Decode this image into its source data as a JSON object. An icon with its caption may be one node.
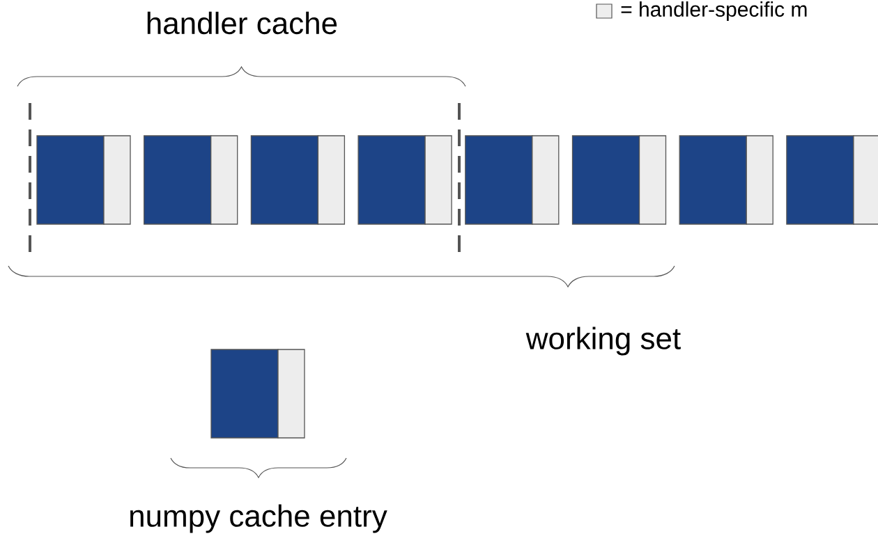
{
  "diagram": {
    "labels": [
      "handler cache",
      "working set",
      "numpy cache entry"
    ],
    "legend": [
      {
        "text": "= handler-specific m",
        "color": "#eeeeee"
      }
    ]
  }
}
